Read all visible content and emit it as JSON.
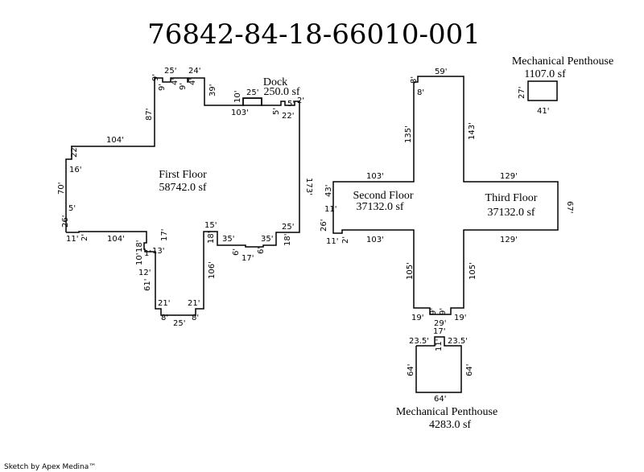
{
  "title": "76842-84-18-66010-001",
  "footer": "Sketch by Apex Medina™",
  "areas": {
    "first_floor": {
      "name": "First Floor",
      "sf": "58742.0 sf"
    },
    "dock": {
      "name": "Dock",
      "sf": "250.0 sf"
    },
    "second_floor": {
      "name": "Second Floor",
      "sf": "37132.0 sf"
    },
    "third_floor": {
      "name": "Third Floor",
      "sf": "37132.0 sf"
    },
    "mech_top": {
      "name": "Mechanical Penthouse",
      "sf": "1107.0 sf"
    },
    "mech_bottom": {
      "name": "Mechanical Penthouse",
      "sf": "4283.0 sf"
    }
  },
  "dims": {
    "d1": "9'",
    "d2": "25'",
    "d3": "24'",
    "d4": "9'",
    "d5": "4'",
    "d6": "9'",
    "d7": "4'",
    "d8": "39'",
    "d9": "87'",
    "d10": "104'",
    "d11": "22'",
    "d12": "16'",
    "d13": "70'",
    "d14": "5'",
    "d15": "26'",
    "d16": "11'",
    "d17": "2'",
    "d18": "104'",
    "d19": "18'",
    "d20": "17'",
    "d21": "1'",
    "d22": "13'",
    "d23": "10'",
    "d24": "12'",
    "d25": "61'",
    "d26": "21'",
    "d27": "8'",
    "d28": "25'",
    "d29": "21'",
    "d30": "8'",
    "d31": "106'",
    "d32": "15'",
    "d33": "18'",
    "d34": "35'",
    "d35": "6'",
    "d36": "17'",
    "d37": "6'",
    "d38": "35'",
    "d39": "18'",
    "d40": "25'",
    "d41": "173'",
    "d42": "10'",
    "d43": "25'",
    "d44": "103'",
    "d45": "5'",
    "d46": "22'",
    "d47": "5'",
    "d48": "2'",
    "e1": "8'",
    "e2": "59'",
    "e3": "8'",
    "e4": "135'",
    "e5": "143'",
    "e6": "103'",
    "e7": "129'",
    "e8": "43'",
    "e9": "11'",
    "e10": "67'",
    "e11": "26'",
    "e12": "11'",
    "e13": "2'",
    "e14": "103'",
    "e15": "129'",
    "e16": "105'",
    "e17": "105'",
    "e18": "19'",
    "e19": "9'",
    "e20": "9'",
    "e21": "19'",
    "e22": "29'",
    "m1": "27'",
    "m2": "41'",
    "p1": "17'",
    "p2": "23.5'",
    "p3": "23.5'",
    "p4": "11'",
    "p5": "64'",
    "p6": "64'",
    "p7": "64'"
  }
}
